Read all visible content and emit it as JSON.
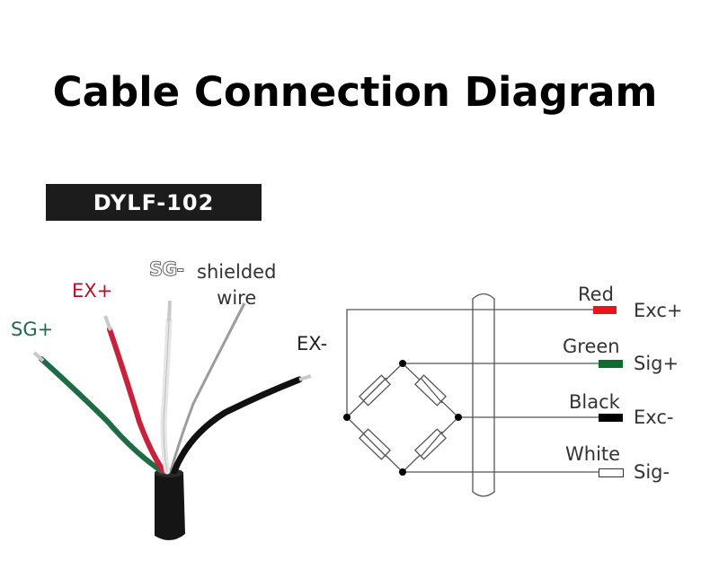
{
  "title": "Cable Connection Diagram",
  "model": "DYLF-102",
  "cable_labels": {
    "sg_plus": "SG+",
    "ex_plus": "EX+",
    "sg_minus": "SG-",
    "shielded_line1": "shielded",
    "shielded_line2": "wire",
    "ex_minus": "EX-"
  },
  "wires": [
    {
      "color_name": "Red",
      "signal": "Exc+",
      "swatch": "#e8161b"
    },
    {
      "color_name": "Green",
      "signal": "Sig+",
      "swatch": "#0d6b2c"
    },
    {
      "color_name": "Black",
      "signal": "Exc-",
      "swatch": "#000000"
    },
    {
      "color_name": "White",
      "signal": "Sig-",
      "swatch": "#ffffff"
    }
  ],
  "colors": {
    "green_wire": "#1f6b45",
    "red_wire": "#c8213b",
    "white_wire": "#e6e6e6",
    "grey_wire": "#9c9c9c",
    "black_wire": "#111111"
  }
}
